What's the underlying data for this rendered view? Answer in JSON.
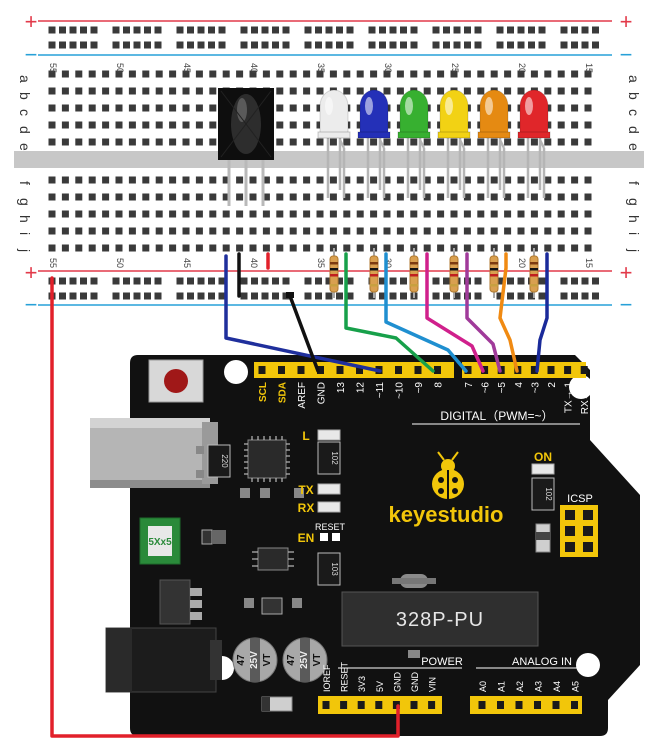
{
  "breadboard": {
    "rail_plus": "+",
    "rail_minus": "−",
    "row_letters_top": [
      "a",
      "b",
      "c",
      "d",
      "e"
    ],
    "row_letters_bottom": [
      "f",
      "g",
      "h",
      "i",
      "j"
    ],
    "column_numbers": [
      "55",
      "50",
      "45",
      "40",
      "35",
      "30",
      "25",
      "20",
      "15"
    ]
  },
  "components": {
    "ir_receiver": "IR receiver",
    "leds": [
      {
        "color": "#ececec"
      },
      {
        "color": "#2430b8"
      },
      {
        "color": "#37b030"
      },
      {
        "color": "#f2d214"
      },
      {
        "color": "#e58a12"
      },
      {
        "color": "#e0262a"
      }
    ]
  },
  "wire_colors": {
    "blue": "#1f2f9c",
    "black": "#111111",
    "red": "#e2202a",
    "green": "#17a04a",
    "cyan": "#1f8fd0",
    "magenta": "#d0208c",
    "purple": "#a03a9a",
    "orange": "#f08a12",
    "navy": "#1a2a9a"
  },
  "board": {
    "brand": "keyestudio",
    "chip": "328P-PU",
    "digital_label": "DIGITAL（PWM=~）",
    "top_pins": [
      "SCL",
      "SDA",
      "AREF",
      "GND",
      "13",
      "12",
      "~11",
      "~10",
      "~9",
      "8",
      "7",
      "~6",
      "~5",
      "4",
      "~3",
      "2",
      "TX→ 1",
      "RX← 0"
    ],
    "power_label": "POWER",
    "analog_label": "ANALOG IN",
    "power_pins": [
      "IOREF",
      "RESET",
      "3V3",
      "5V",
      "GND",
      "GND",
      "VIN"
    ],
    "analog_pins": [
      "A0",
      "A1",
      "A2",
      "A3",
      "A4",
      "A5"
    ],
    "led_L": "L",
    "tx": "TX",
    "rx": "RX",
    "on": "ON",
    "icsp": "ICSP",
    "reset": "RESET",
    "en": "EN",
    "res_220": "220",
    "res_102a": "102",
    "res_102b": "102",
    "res_103": "103",
    "fuse": "5Xx5",
    "cap_a": [
      "47",
      "25V",
      "VT"
    ],
    "cap_b": [
      "47",
      "25V",
      "VT"
    ]
  }
}
